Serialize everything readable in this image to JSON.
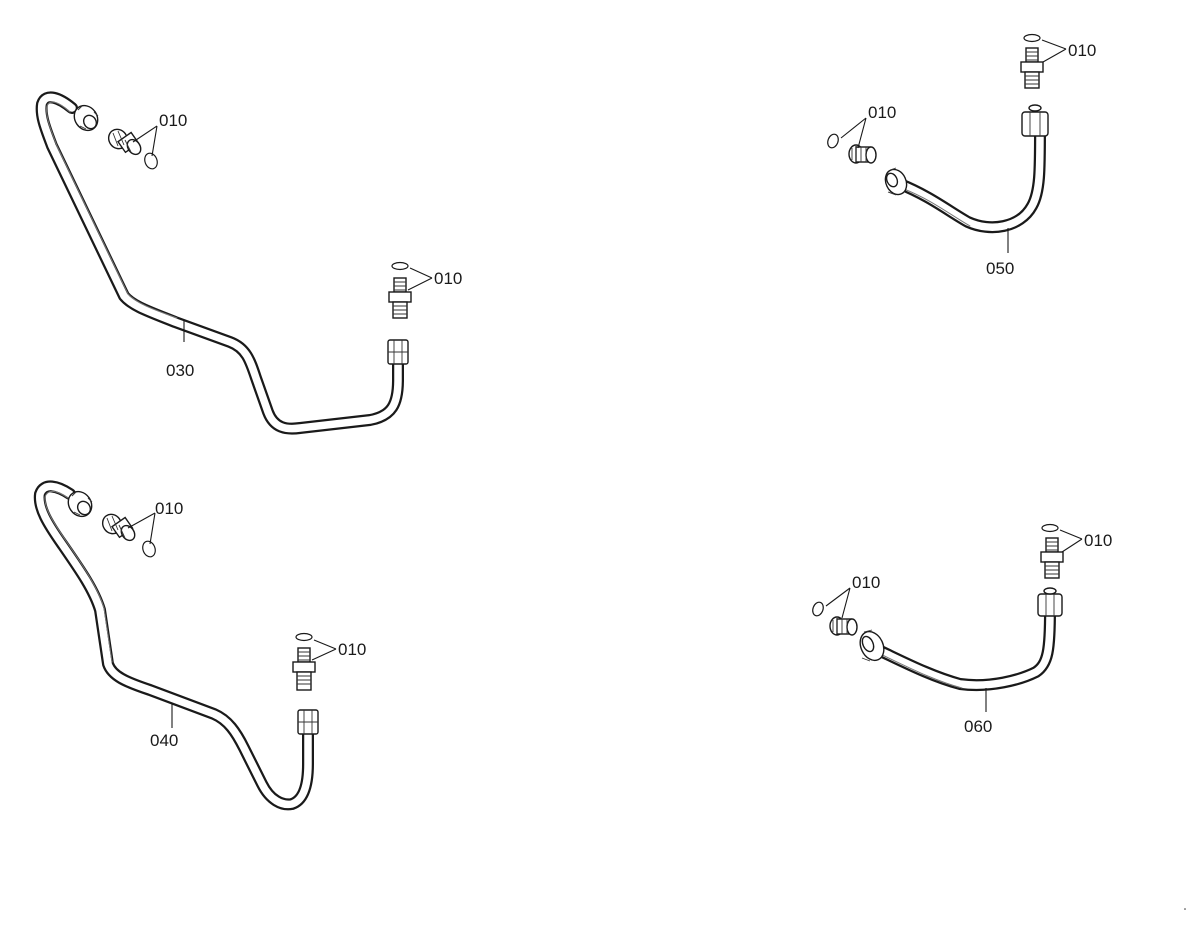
{
  "labels": {
    "p030": "030",
    "p040": "040",
    "p050": "050",
    "p060": "060",
    "p010": "010"
  }
}
